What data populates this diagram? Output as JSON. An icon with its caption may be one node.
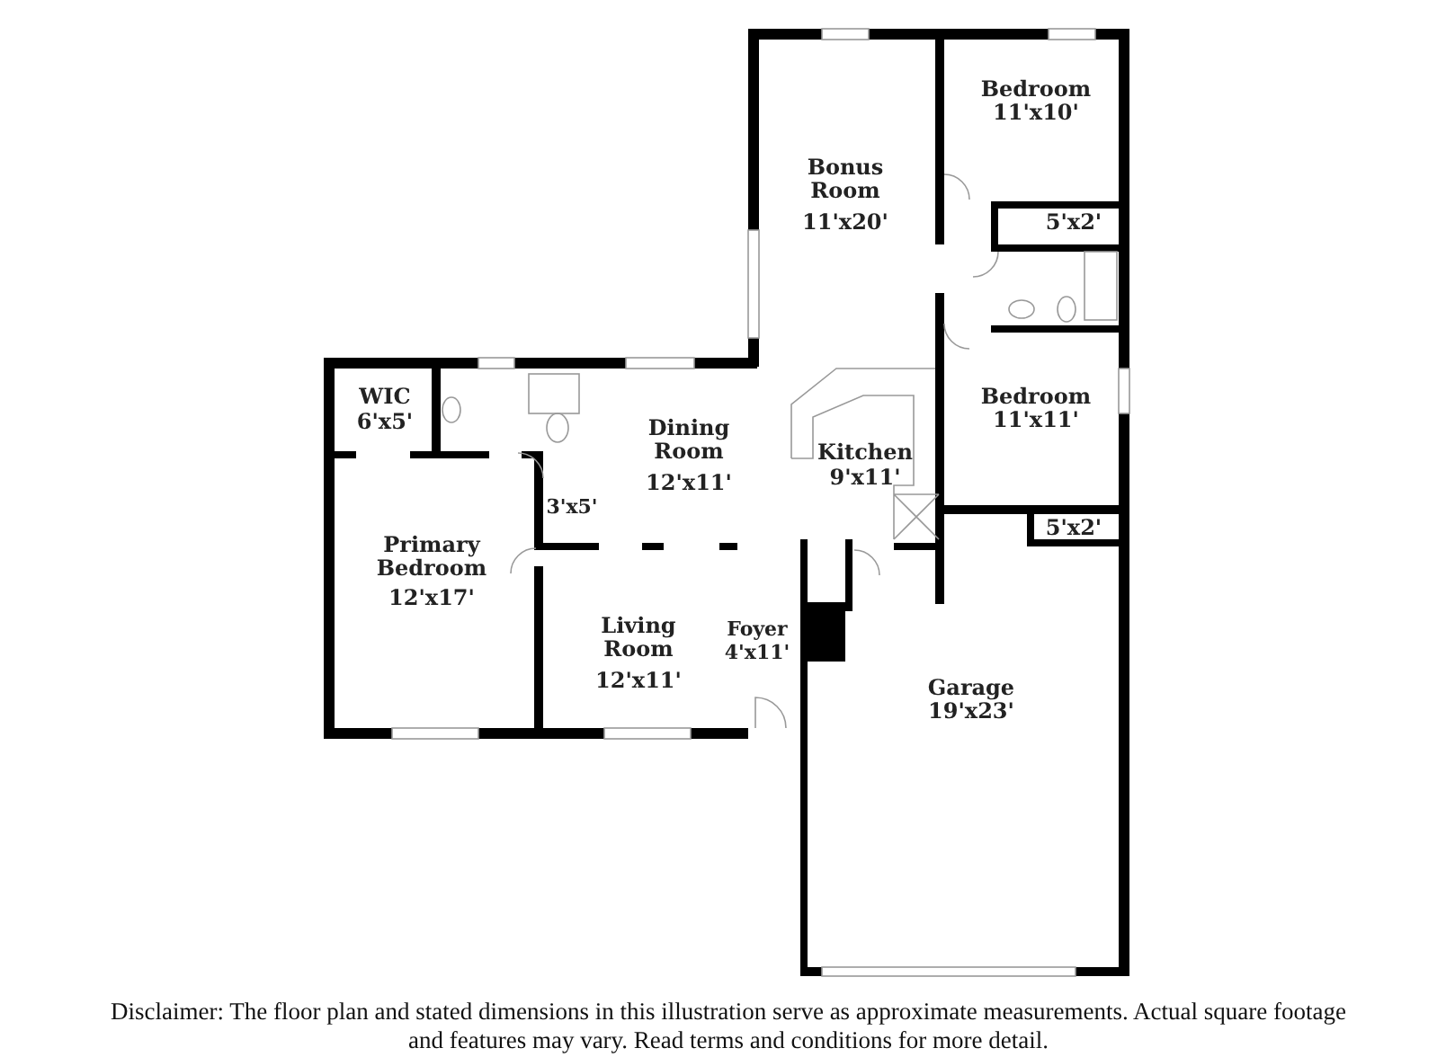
{
  "diagram": {
    "caption": "Disclaimer: The floor plan and stated dimensions in this illustration serve as approximate measurements. Actual square footage and features may vary. Read terms and conditions for more detail.",
    "labels": [
      "Bonus Room",
      "11'x20'",
      "Bedroom",
      "11'x10'",
      "5'x2'",
      "WIC",
      "6'x5'",
      "Dining Room",
      "12'x11'",
      "Bedroom",
      "11'x11'",
      "Kitchen",
      "9'x11'",
      "3'x5'",
      "5'x2'",
      "Primary Bedroom",
      "12'x17'",
      "Living Room",
      "12'x11'",
      "Foyer",
      "4'x11'",
      "Garage",
      "19'x23'"
    ]
  }
}
